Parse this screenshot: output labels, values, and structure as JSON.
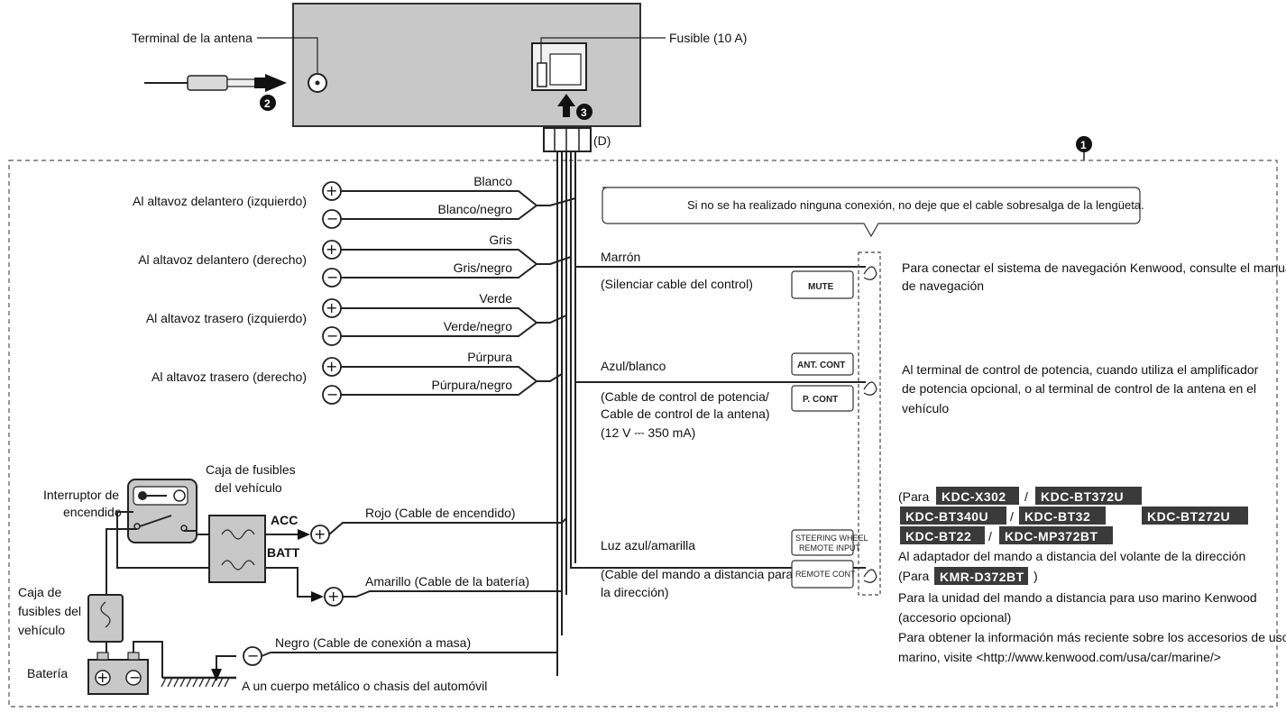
{
  "unit": {
    "antenna_terminal": "Terminal de la antena",
    "fuse": "Fusible (10 A)",
    "connector_d": "(D)",
    "step1": "1",
    "step2": "2",
    "step3": "3"
  },
  "speakers": [
    {
      "label": "Al altavoz delantero (izquierdo)",
      "pos": "Blanco",
      "neg": "Blanco/negro"
    },
    {
      "label": "Al altavoz delantero (derecho)",
      "pos": "Gris",
      "neg": "Gris/negro"
    },
    {
      "label": "Al altavoz trasero (izquierdo)",
      "pos": "Verde",
      "neg": "Verde/negro"
    },
    {
      "label": "Al altavoz trasero (derecho)",
      "pos": "Púrpura",
      "neg": "Púrpura/negro"
    }
  ],
  "power": {
    "ignition_switch": [
      "Interruptor de",
      "encendido"
    ],
    "fuse_box_top": [
      "Caja de fusibles",
      "del vehículo"
    ],
    "acc": "ACC",
    "batt": "BATT",
    "red": "Rojo (Cable de encendido)",
    "yellow": "Amarillo (Cable de la batería)",
    "fuse_box_left": [
      "Caja de",
      "fusibles del",
      "vehículo"
    ],
    "battery": "Batería",
    "black": "Negro (Cable de conexión a masa)",
    "ground": "A un cuerpo metálico o chasis del automóvil"
  },
  "right": {
    "note": "Si no se ha realizado ninguna conexión, no deje que el cable sobresalga de la lengüeta.",
    "brown": "Marrón",
    "brown_desc": "(Silenciar cable del control)",
    "mute_tag": "MUTE",
    "mute_info": [
      "Para conectar el sistema de navegación Kenwood, consulte el manual",
      "de navegación"
    ],
    "blue_white": "Azul/blanco",
    "blue_white_desc": [
      "(Cable de control de potencia/",
      "Cable de control de la antena)",
      "(12 V ⎓ 350 mA)"
    ],
    "ant_tag": "ANT. CONT",
    "pcont_tag": "P. CONT",
    "pcont_info": [
      "Al terminal de control de potencia, cuando utiliza el amplificador",
      "de potencia opcional, o al terminal de control de la antena en el",
      "vehículo"
    ],
    "lightblue": "Luz azul/amarilla",
    "lightblue_desc": [
      "(Cable del mando a distancia para",
      "la dirección)"
    ],
    "steering_tag": [
      "STEERING WHEEL",
      "REMOTE INPUT"
    ],
    "remote_tag": "REMOTE CONT",
    "para": "(Para",
    "slash": "/",
    "models_1": [
      "KDC-X302",
      "KDC-BT372U"
    ],
    "models_2": [
      "KDC-BT340U",
      "KDC-BT32",
      "KDC-BT272U"
    ],
    "models_3": [
      "KDC-BT22",
      "KDC-MP372BT"
    ],
    "steering_info": "Al adaptador del mando a distancia del volante de la dirección",
    "para2_close": ")",
    "model_kmr": "KMR-D372BT",
    "marine_info": [
      "Para la unidad del mando a distancia para uso marino Kenwood",
      "(accesorio opcional)",
      "Para obtener la información más reciente sobre los accesorios de uso",
      "marino, visite <http://www.kenwood.com/usa/car/marine/>"
    ]
  }
}
